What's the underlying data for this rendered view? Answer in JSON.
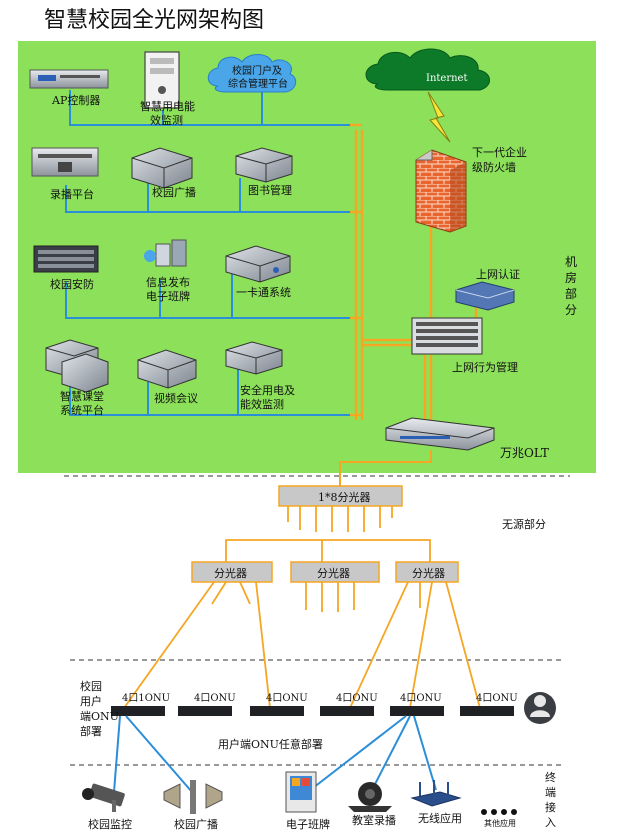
{
  "title": "智慧校园全光网架构图",
  "cloud_internet": "Internet",
  "cloud_portal": [
    "校园门户及",
    "综合管理平台"
  ],
  "machine_room": {
    "ap_controller": "AP控制器",
    "energy_monitor": [
      "智慧用电能",
      "效监测"
    ],
    "recording_platform": "录播平台",
    "campus_broadcast": "校园广播",
    "library": "图书管理",
    "campus_security": "校园安防",
    "info_release": [
      "信息发布",
      "电子班牌"
    ],
    "one_card": "一卡通系统",
    "smart_classroom": [
      "智慧课堂",
      "系统平台"
    ],
    "video_conf": "视频会议",
    "safety_power": [
      "安全用电及",
      "能效监测"
    ],
    "firewall": [
      "下一代企业",
      "级防火墙"
    ],
    "auth": "上网认证",
    "behavior": "上网行为管理",
    "olt": "万兆OLT",
    "section_label": [
      "机",
      "房",
      "部",
      "分"
    ]
  },
  "passive": {
    "splitter_main": "1*8分光器",
    "splitter": "分光器",
    "section_label": "无源部分"
  },
  "onu": {
    "label": "4口ONU",
    "label_first": "4口1ONU",
    "left_label": [
      "校园",
      "用户",
      "端ONU",
      "部署"
    ],
    "bottom_label": "用户端ONU任意部署"
  },
  "terminals": {
    "monitor": "校园监控",
    "broadcast": "校园广播",
    "e_board": "电子班牌",
    "recording": "教室录播",
    "wireless": "无线应用",
    "other": "其他应用",
    "section_label": [
      "终",
      "端",
      "接",
      "入"
    ]
  }
}
